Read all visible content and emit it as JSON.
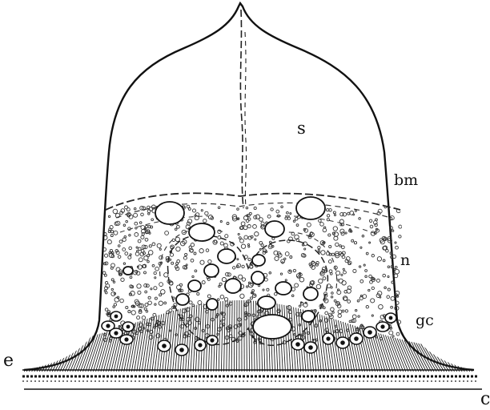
{
  "labels": {
    "s": "s",
    "bm": "bm",
    "n": "n",
    "gc": "gc",
    "e": "e",
    "c": "c"
  }
}
